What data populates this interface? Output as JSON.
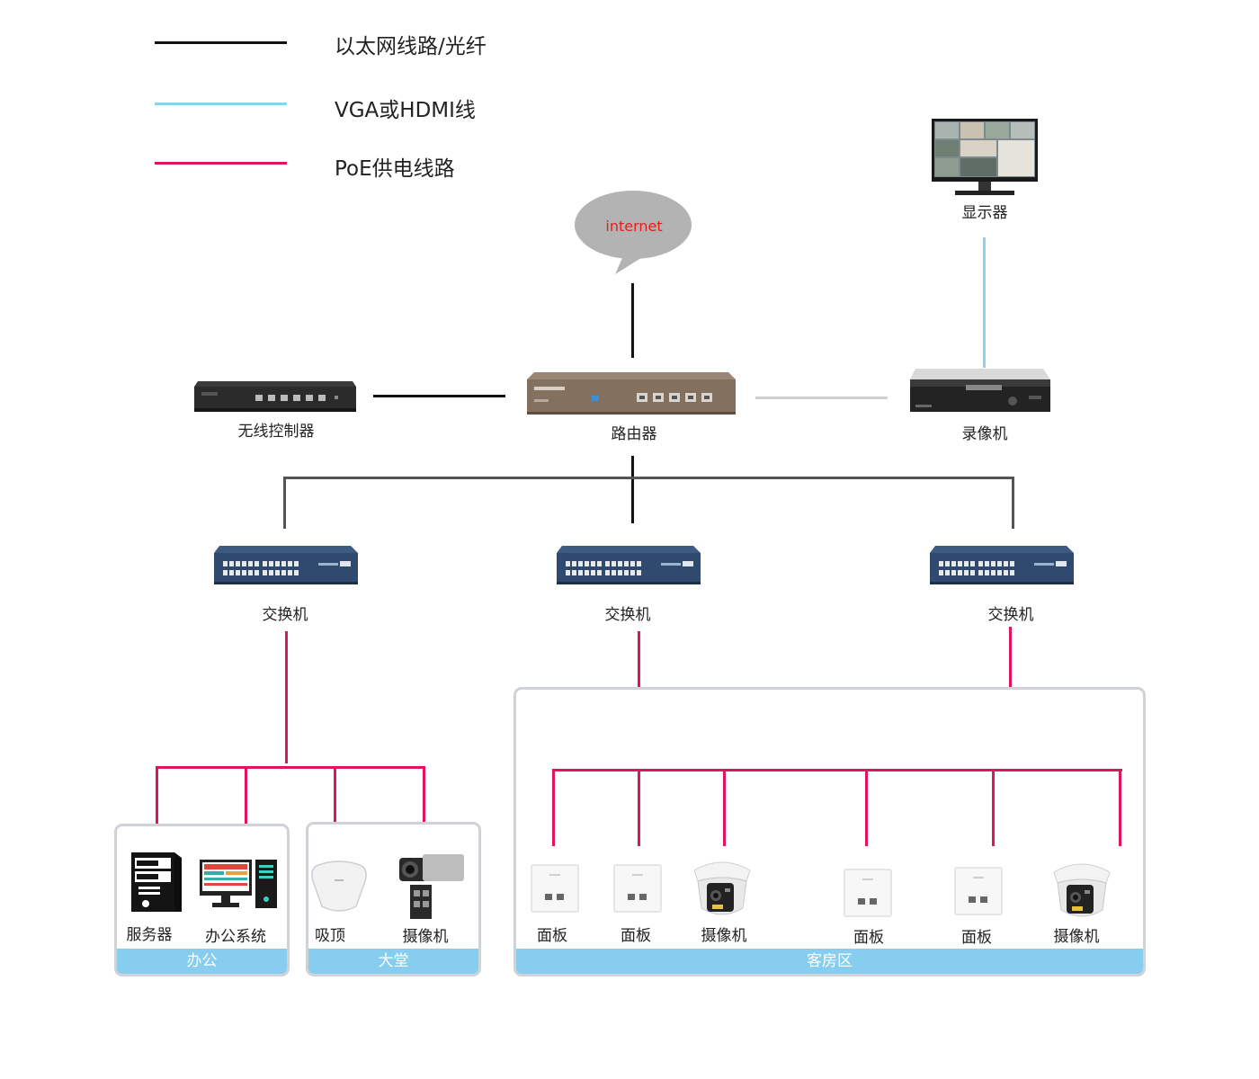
{
  "legend": [
    {
      "label": "以太网线路/光纤",
      "color": "#111111"
    },
    {
      "label": "VGA或HDMI线",
      "color": "#8fd0ee"
    },
    {
      "label": "PoE供电线路",
      "color": "#e2135f"
    }
  ],
  "cloud": {
    "label": "internet",
    "label_color": "#e02020",
    "fill": "#b3b3b3"
  },
  "devices": {
    "monitor": "显示器",
    "controller": "无线控制器",
    "router": "路由器",
    "nvr": "录像机",
    "switch_left": "交换机",
    "switch_mid": "交换机",
    "switch_right": "交换机"
  },
  "groups": {
    "office": {
      "title": "办公",
      "items": [
        "服务器",
        "办公系统"
      ]
    },
    "lobby": {
      "title": "大堂",
      "items": [
        "吸顶",
        "摄像机"
      ]
    },
    "rooms": {
      "title": "客房区",
      "items": [
        "面板",
        "面板",
        "摄像机",
        "面板",
        "面板",
        "摄像机"
      ]
    }
  },
  "colors": {
    "ethernet": "#111111",
    "vga": "#8fd0ee",
    "poe": "#e2135f",
    "group_footer": "#86cdf0",
    "switch_blue": "#2f4a6e"
  }
}
